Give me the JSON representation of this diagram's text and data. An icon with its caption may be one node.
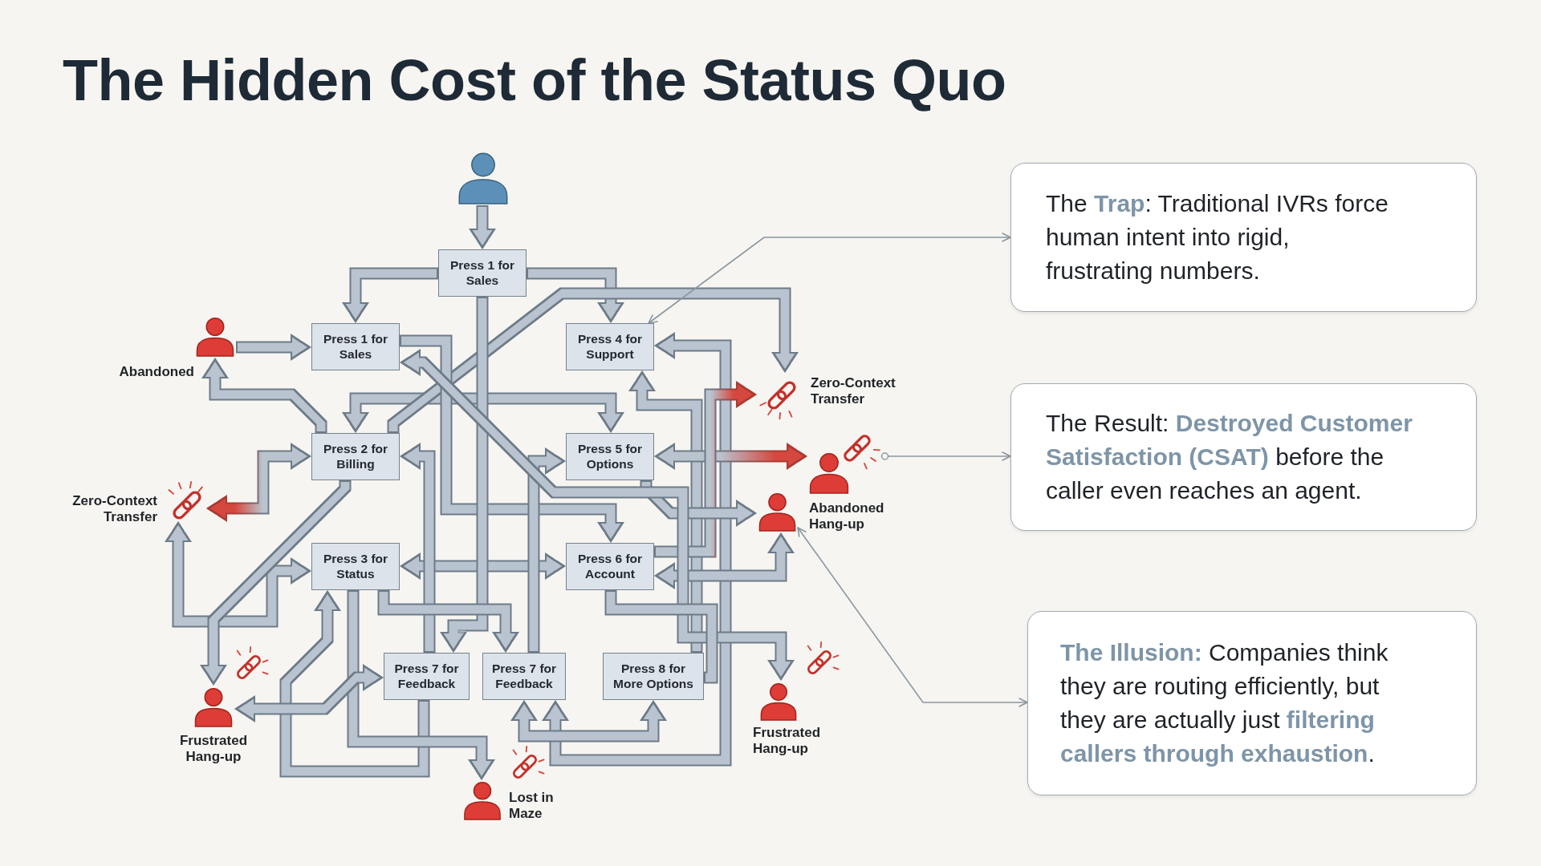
{
  "diagram": {
    "title": "The Hidden Cost of the Status Quo",
    "nodes": [
      {
        "text": [],
        "shape": "person"
      },
      {
        "text": [
          "Press 1 for Sales"
        ]
      },
      {
        "text": [],
        "shape": "person",
        "beside": [
          "Abandoned"
        ]
      },
      {
        "text": [
          "Press 1 for Sales"
        ]
      },
      {
        "text": [
          "Press 4 for Support"
        ]
      },
      {
        "text": [],
        "shape": "picture",
        "beside": [
          "Zero-Context Transfer"
        ]
      },
      {
        "text": [
          "The **Trap**: Traditional IVRs force human intent into rigid, frustrating numbers."
        ]
      },
      {
        "text": [
          "Press 2 for Billing"
        ]
      },
      {
        "text": [
          "Press 5 for Options"
        ]
      },
      {
        "text": [],
        "shape": "person"
      },
      {
        "text": [],
        "shape": "picture",
        "beside": [
          "Zero-Context Transfer"
        ]
      },
      {
        "text": [],
        "shape": "person",
        "beside": [
          "Abandoned Hang-up"
        ]
      },
      {
        "text": [
          "The Result: **Destroyed Customer Satisfaction (CSAT)** before the caller even reaches an agent."
        ]
      },
      {
        "text": [
          "Press 3 for Status"
        ]
      },
      {
        "text": [
          "Press 6 for Account"
        ]
      },
      {
        "text": [
          "Press 7 for Feedback"
        ]
      },
      {
        "text": [
          "Press 7 for Feedback"
        ]
      },
      {
        "text": [
          "Press 8 for More Options"
        ]
      },
      {
        "text": [],
        "shape": "person",
        "beside": [
          "Frustrated Hang-up"
        ]
      },
      {
        "text": [],
        "shape": "person",
        "beside": [
          "Frustrated Hang-up"
        ]
      },
      {
        "text": [
          "**The Illusion:** Companies think they are routing efficiently, but they are actually just **filtering callers through exhaustion**."
        ]
      },
      {
        "text": [],
        "shape": "person",
        "beside": [
          "Lost in Maze"
        ]
      }
    ],
    "edges": [
      {
        "from": 0,
        "to": 1,
        "arrow": "to"
      },
      {
        "from": 1,
        "to": 3,
        "arrow": "to"
      },
      {
        "from": 1,
        "to": 4,
        "arrow": "to"
      },
      {
        "from": 2,
        "to": 3,
        "arrow": "to"
      },
      {
        "from": 7,
        "to": 2,
        "arrow": "to"
      },
      {
        "from": 7,
        "to": 8,
        "arrow": "both"
      },
      {
        "from": 4,
        "to": 16,
        "arrow": "both"
      },
      {
        "from": 17,
        "to": 4,
        "arrow": "to"
      },
      {
        "from": 13,
        "to": 10,
        "arrow": "both"
      },
      {
        "from": 7,
        "to": 10,
        "arrow": "both",
        "color": "#d64840"
      },
      {
        "from": 7,
        "to": 18,
        "arrow": "to"
      },
      {
        "from": 13,
        "to": 14,
        "arrow": "both"
      },
      {
        "from": 8,
        "to": 9,
        "arrow": "both",
        "color": "#d64840"
      },
      {
        "from": 14,
        "to": 5,
        "arrow": "to",
        "color": "#d64840"
      },
      {
        "from": 7,
        "to": 5,
        "arrow": "to"
      },
      {
        "from": 14,
        "to": 11,
        "arrow": "both"
      },
      {
        "from": 8,
        "to": 11,
        "arrow": "to"
      },
      {
        "from": 3,
        "to": 14,
        "arrow": "to"
      },
      {
        "from": 15,
        "to": 13,
        "arrow": "to"
      },
      {
        "from": 15,
        "to": 7,
        "arrow": "to"
      },
      {
        "from": 1,
        "to": 15,
        "arrow": "to"
      },
      {
        "from": 16,
        "to": 8,
        "arrow": "to"
      },
      {
        "from": 16,
        "to": 17,
        "arrow": "both"
      },
      {
        "from": 13,
        "to": 21,
        "arrow": "to"
      },
      {
        "from": 18,
        "to": 15,
        "arrow": "both"
      },
      {
        "from": 3,
        "to": 19,
        "arrow": "both"
      },
      {
        "from": 14,
        "to": 17,
        "arrow": "none"
      },
      {
        "from": 13,
        "to": 16,
        "arrow": "to"
      },
      {
        "from": 6,
        "to": 4,
        "arrow": "both"
      },
      {
        "from": 9,
        "to": 12,
        "arrow": "to"
      },
      {
        "from": 20,
        "to": 11,
        "arrow": "both"
      }
    ]
  }
}
